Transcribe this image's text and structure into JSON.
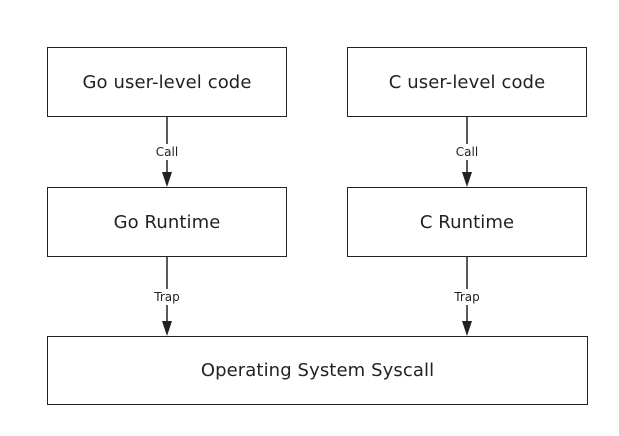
{
  "nodes": {
    "go_user": "Go user-level code",
    "c_user": "C user-level code",
    "go_runtime": "Go Runtime",
    "c_runtime": "C Runtime",
    "os_syscall": "Operating System Syscall"
  },
  "edges": {
    "go_call": "Call",
    "c_call": "Call",
    "go_trap": "Trap",
    "c_trap": "Trap"
  },
  "colors": {
    "stroke": "#222222",
    "background": "#ffffff"
  }
}
